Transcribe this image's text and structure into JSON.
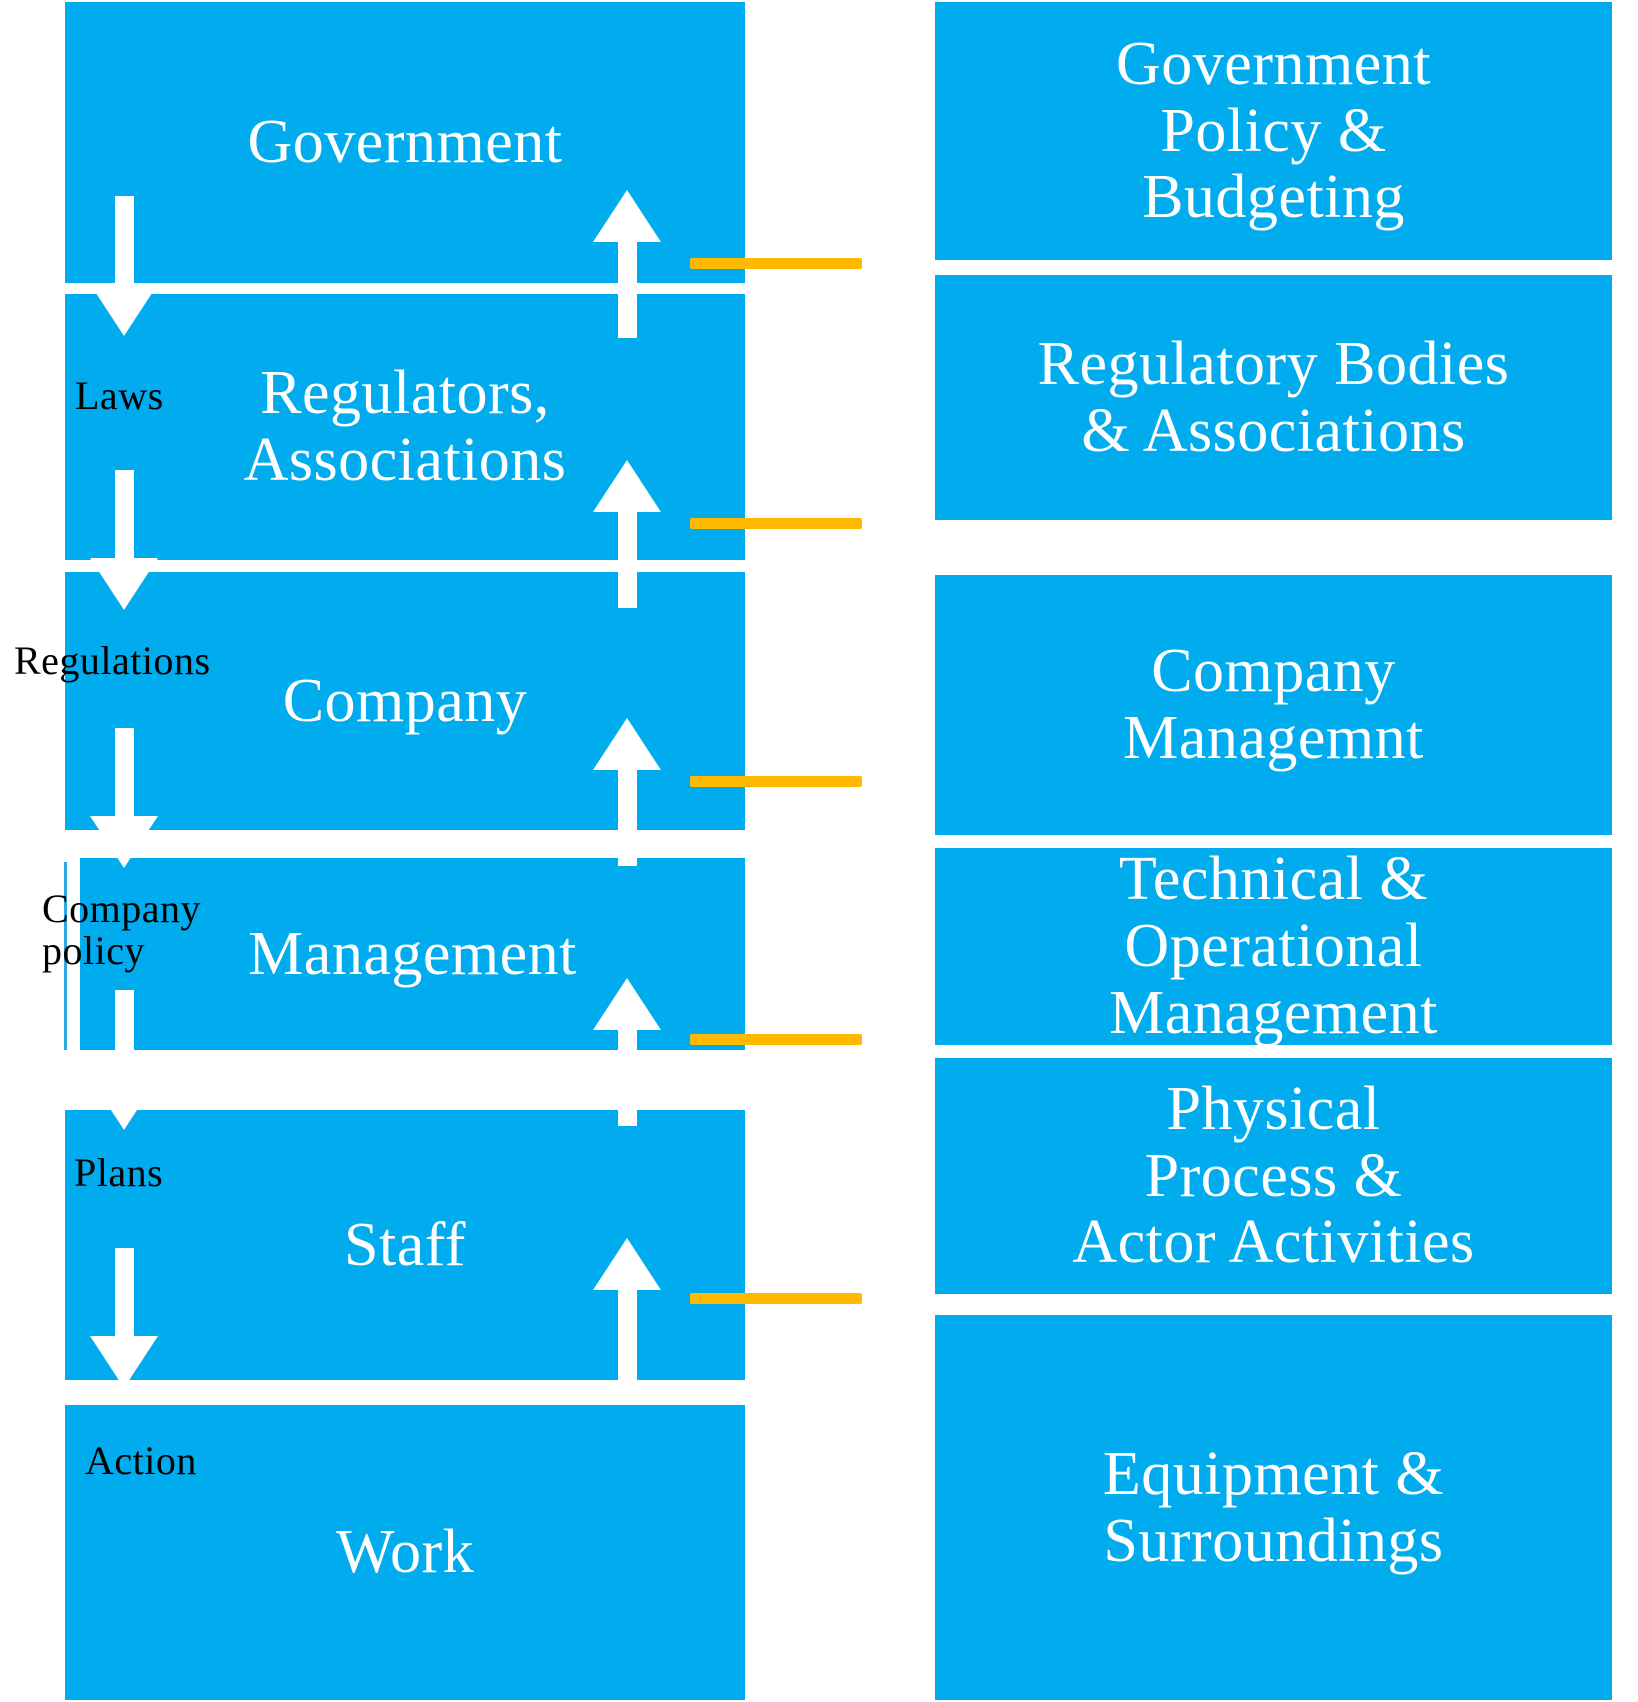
{
  "diagram": {
    "title": "Organisational hierarchy and control loop diagram",
    "colors": {
      "box_fill": "#00ACEE",
      "box_text": "#FFFFFF",
      "connector": "#FFB900",
      "arrow": "#FFFFFF",
      "label_text": "#000000",
      "background": "#FFFFFF"
    },
    "left_column": {
      "name": "actor-levels",
      "tiers": [
        {
          "id": "government",
          "label": "Government"
        },
        {
          "id": "regulators",
          "label": "Regulators,\nAssociations"
        },
        {
          "id": "company",
          "label": "Company"
        },
        {
          "id": "management",
          "label": "Management"
        },
        {
          "id": "staff",
          "label": "Staff"
        },
        {
          "id": "work",
          "label": "Work"
        }
      ]
    },
    "right_column": {
      "name": "function-levels",
      "tiers": [
        {
          "id": "gov-policy",
          "label": "Government\nPolicy &\nBudgeting"
        },
        {
          "id": "regulatory",
          "label": "Regulatory Bodies\n& Associations"
        },
        {
          "id": "company-mgmt",
          "label": "Company\nManagemnt"
        },
        {
          "id": "tech-ops",
          "label": "Technical  &\nOperational\nManagement"
        },
        {
          "id": "physical",
          "label": "Physical\nProcess &\nActor Activities"
        },
        {
          "id": "equipment",
          "label": "Equipment &\nSurroundings"
        }
      ]
    },
    "downward_flow": {
      "name": "control-flow-down",
      "direction": "down",
      "labels": [
        {
          "id": "laws",
          "text": "Laws"
        },
        {
          "id": "regulations",
          "text": "Regulations"
        },
        {
          "id": "company-policy",
          "text": "Company\npolicy"
        },
        {
          "id": "plans",
          "text": "Plans"
        },
        {
          "id": "action",
          "text": "Action"
        }
      ]
    },
    "upward_flow": {
      "name": "feedback-flow-up",
      "direction": "up",
      "count": 5,
      "labels": []
    },
    "connectors": {
      "name": "tier-connectors",
      "count": 5,
      "color": "#FFB900"
    }
  }
}
